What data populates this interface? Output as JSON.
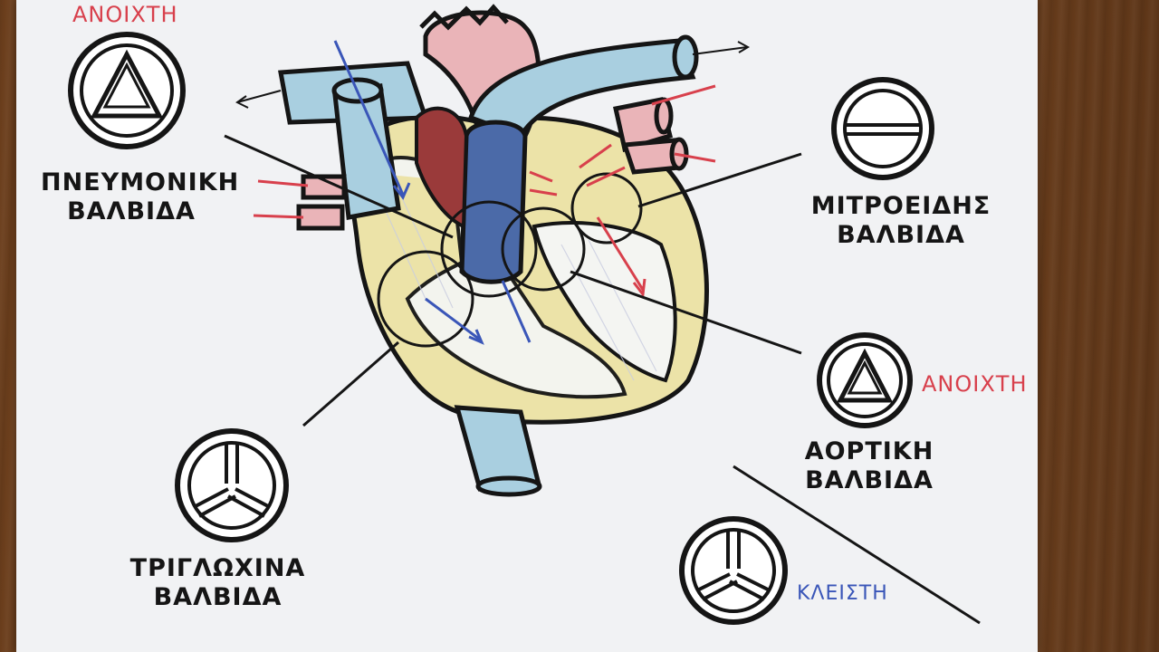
{
  "labels": {
    "pulmonary": {
      "line1": "ΠΝΕΥΜΟΝΙΚΗ",
      "line2": "ΒΑΛΒΙΔΑ"
    },
    "mitral": {
      "line1": "ΜΙΤΡΟΕΙΔΗΣ",
      "line2": "ΒΑΛΒΙΔΑ"
    },
    "aortic": {
      "line1": "ΑΟΡΤΙΚΗ",
      "line2": "ΒΑΛΒΙΔΑ"
    },
    "tricuspid": {
      "line1": "ΤΡΙΓΛΩΧΙΝΑ",
      "line2": "ΒΑΛΒΙΔΑ"
    },
    "open_top": "ΑΝΟΙΧΤΗ",
    "open_right": "ΑΝΟΙΧΤΗ",
    "closed": "ΚΛΕΙΣΤΗ"
  },
  "colors": {
    "paper": "#f1f2f4",
    "ink": "#151515",
    "red_ink": "#d8404c",
    "blue_ink": "#3a56b8",
    "vessel_blue": "#a9cfe0",
    "vessel_pink": "#eab4b8",
    "muscle_yellow": "#ece3a8"
  }
}
